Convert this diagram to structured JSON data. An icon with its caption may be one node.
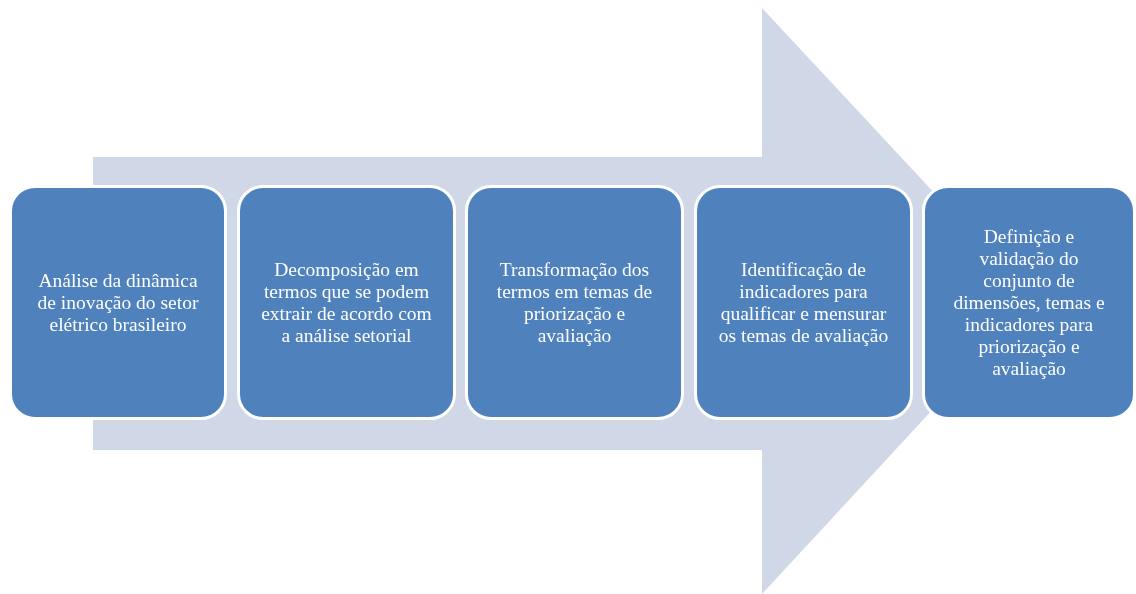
{
  "diagram": {
    "nodes": [
      {
        "text": [
          "Análise da dinâmica de inovação do setor elétrico brasileiro"
        ]
      },
      {
        "text": [
          "Decomposição em termos que se podem extrair de acordo com a análise setorial"
        ]
      },
      {
        "text": [
          "Transformação dos termos em temas de priorização e avaliação"
        ]
      },
      {
        "text": [
          "Identificação de indicadores para qualificar e mensurar os temas de avaliação"
        ]
      },
      {
        "text": [
          "Definição e validação do conjunto de dimensões, temas e indicadores para priorização e avaliação"
        ]
      }
    ],
    "edges": [
      {
        "from": 0,
        "to": 4,
        "arrow": "to"
      }
    ]
  }
}
